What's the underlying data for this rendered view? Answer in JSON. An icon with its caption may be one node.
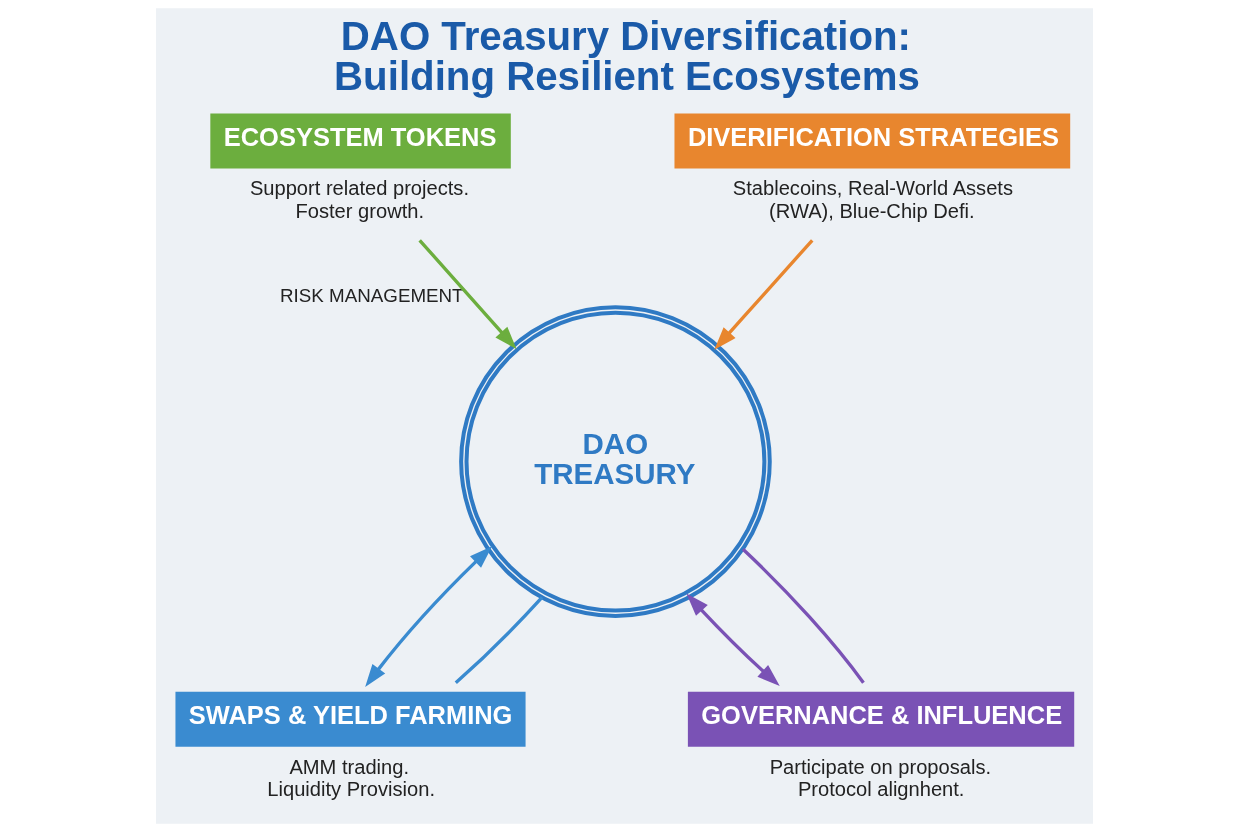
{
  "diagram": {
    "title": "DAO Treasury Diversification: Building Resilient Ecosystems",
    "nodes": [
      {
        "text": [
          "DAO TREASURY"
        ],
        "beside": [
          "RISK MANAGEMENT"
        ]
      },
      {
        "text": [
          "ECOSYSTEM TOKENS"
        ],
        "beside": [
          "Support related projects. Foster growth."
        ]
      },
      {
        "text": [
          "DIVERIFICATION STRATEGIES"
        ],
        "beside": [
          "Stablecoins, Real-World Assets (RWA), Blue-Chip Defi."
        ]
      },
      {
        "text": [
          "SWAPS & YIELD FARMING"
        ],
        "beside": [
          "AMM trading. Liquidity Provision."
        ]
      },
      {
        "text": [
          "GOVERNANCE & INFLUENCE"
        ],
        "beside": [
          "Participate on proposals. Protocol alignhent."
        ]
      }
    ],
    "edges": [
      {
        "from": 1,
        "to": 0,
        "arrow": "to",
        "color": "#6cae3e"
      },
      {
        "from": 2,
        "to": 0,
        "arrow": "to",
        "color": "#e8862e"
      },
      {
        "from": 0,
        "to": 3,
        "arrow": "both",
        "color": "#3a8bd0"
      },
      {
        "from": 0,
        "to": 3,
        "arrow": "none",
        "color": "#3a8bd0"
      },
      {
        "from": 0,
        "to": 4,
        "arrow": "both",
        "color": "#7a52b5"
      },
      {
        "from": 0,
        "to": 4,
        "arrow": "none",
        "color": "#7a52b5"
      }
    ]
  }
}
